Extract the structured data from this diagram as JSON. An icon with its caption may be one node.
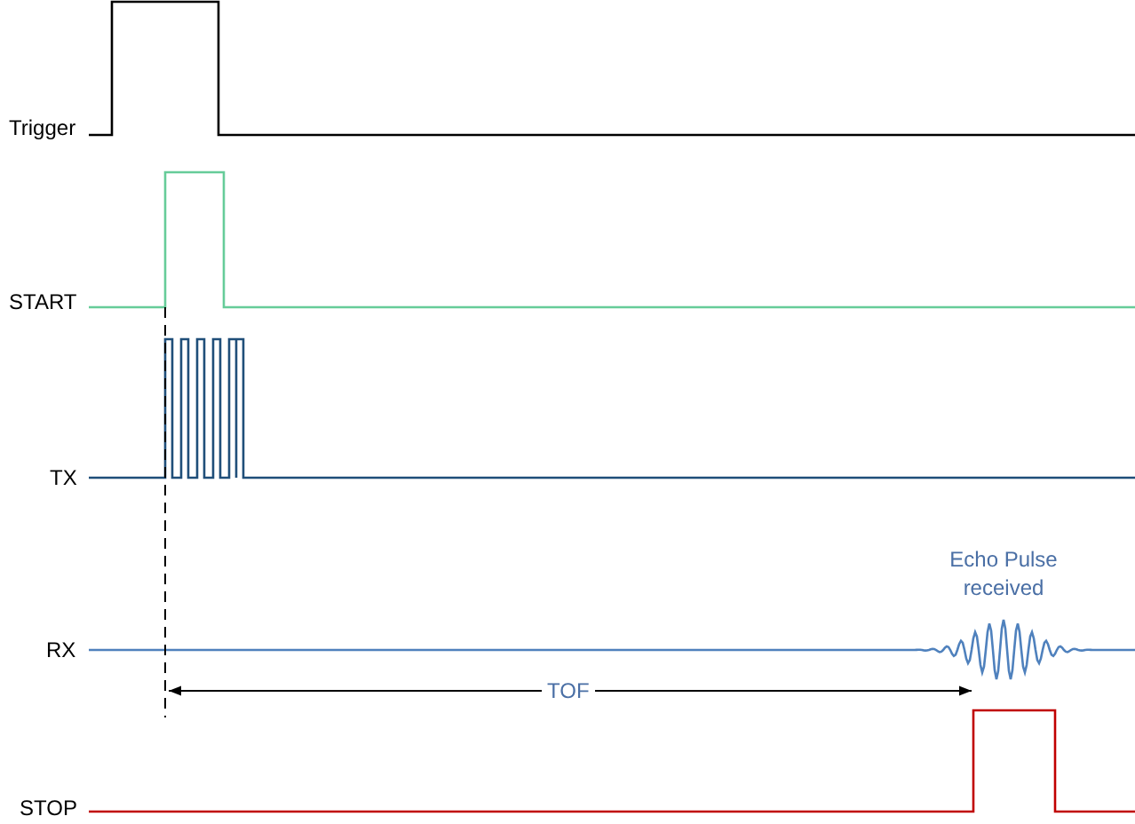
{
  "diagram": {
    "labels": [
      "Trigger",
      "START",
      "TX",
      "Echo Pulse received",
      "RX",
      "TOF",
      "STOP"
    ]
  }
}
